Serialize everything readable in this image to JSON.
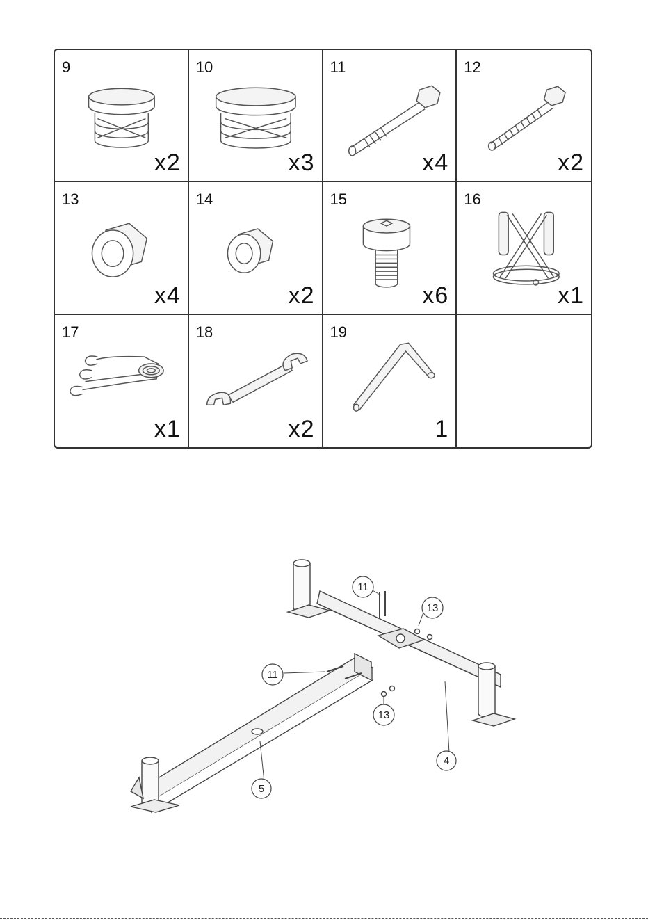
{
  "parts": [
    {
      "number": "9",
      "quantity": "x2",
      "icon": "end-cap-small-icon"
    },
    {
      "number": "10",
      "quantity": "x3",
      "icon": "end-cap-large-icon"
    },
    {
      "number": "11",
      "quantity": "x4",
      "icon": "long-bolt-icon"
    },
    {
      "number": "12",
      "quantity": "x2",
      "icon": "threaded-bolt-icon"
    },
    {
      "number": "13",
      "quantity": "x4",
      "icon": "lock-nut-large-icon"
    },
    {
      "number": "14",
      "quantity": "x2",
      "icon": "lock-nut-small-icon"
    },
    {
      "number": "15",
      "quantity": "x6",
      "icon": "socket-screw-icon"
    },
    {
      "number": "16",
      "quantity": "x1",
      "icon": "harness-icon"
    },
    {
      "number": "17",
      "quantity": "x1",
      "icon": "strap-icon"
    },
    {
      "number": "18",
      "quantity": "x2",
      "icon": "wrench-icon"
    },
    {
      "number": "19",
      "quantity": "1",
      "icon": "allen-key-icon"
    },
    {
      "number": "",
      "quantity": "",
      "icon": ""
    }
  ],
  "assembly": {
    "labels": {
      "bolt_top": "11",
      "nut_top": "13",
      "bolt_side": "11",
      "nut_bottom": "13",
      "leg_right": "4",
      "leg_left": "5"
    }
  }
}
